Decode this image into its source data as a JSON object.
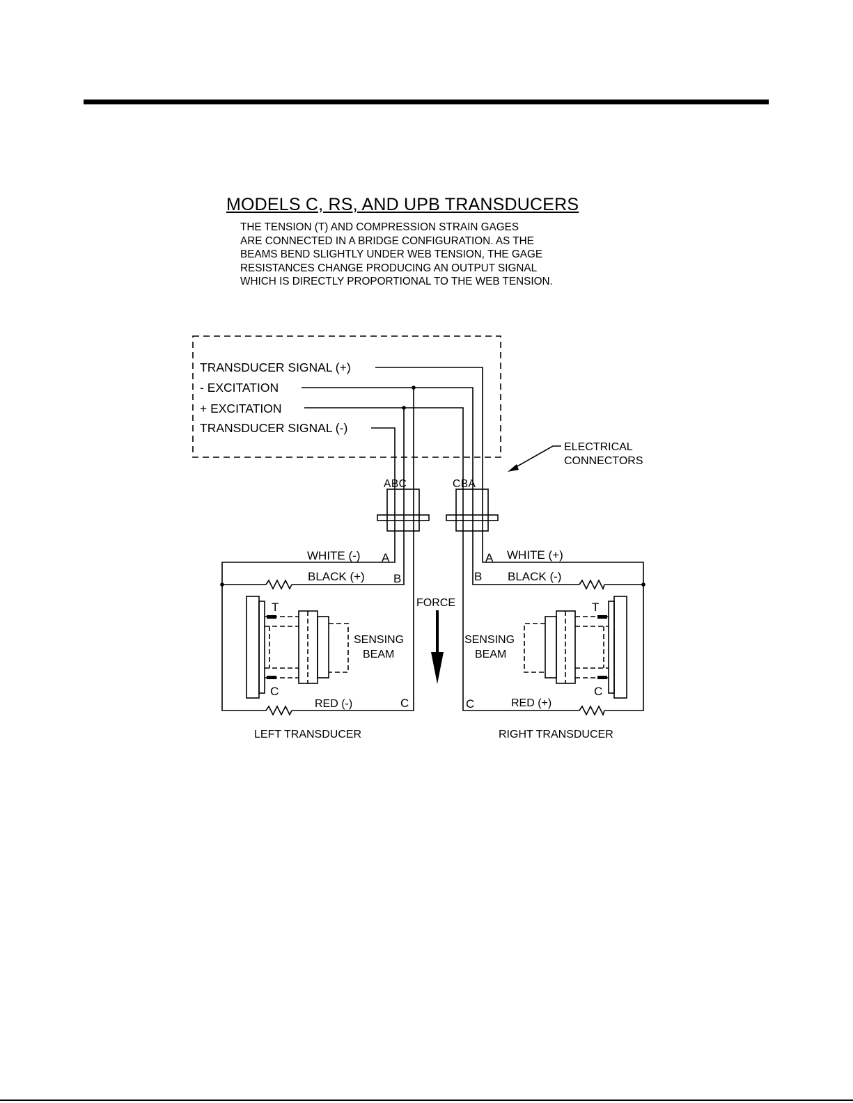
{
  "title": "MODELS  C, RS, AND UPB TRANSDUCERS",
  "description": [
    "THE TENSION (T) AND COMPRESSION STRAIN GAGES",
    "ARE CONNECTED IN A BRIDGE CONFIGURATION.  AS THE",
    "BEAMS BEND SLIGHTLY UNDER WEB TENSION, THE GAGE",
    "RESISTANCES CHANGE PRODUCING AN OUTPUT SIGNAL",
    "WHICH IS DIRECTLY PROPORTIONAL TO THE WEB TENSION."
  ],
  "instrument_box": {
    "signal_plus": "TRANSDUCER SIGNAL (+)",
    "excitation_minus": "- EXCITATION",
    "excitation_plus": "+ EXCITATION",
    "signal_minus": "TRANSDUCER SIGNAL (-)"
  },
  "connectors_label": [
    "ELECTRICAL",
    "CONNECTORS"
  ],
  "left_connector_pins": "ABC",
  "right_connector_pins": "CBA",
  "left": {
    "white_wire": "WHITE (-)",
    "black_wire": "BLACK (+)",
    "red_wire": "RED (-)",
    "pin_a": "A",
    "pin_b": "B",
    "pin_c": "C",
    "gage_t": "T",
    "gage_c": "C",
    "beam_label": [
      "SENSING",
      "BEAM"
    ],
    "caption": "LEFT TRANSDUCER"
  },
  "right": {
    "white_wire": "WHITE (+)",
    "black_wire": "BLACK (-)",
    "red_wire": "RED (+)",
    "pin_a": "A",
    "pin_b": "B",
    "pin_c": "C",
    "gage_t": "T",
    "gage_c": "C",
    "beam_label": [
      "SENSING",
      "BEAM"
    ],
    "caption": "RIGHT TRANSDUCER"
  },
  "force_label": "FORCE"
}
